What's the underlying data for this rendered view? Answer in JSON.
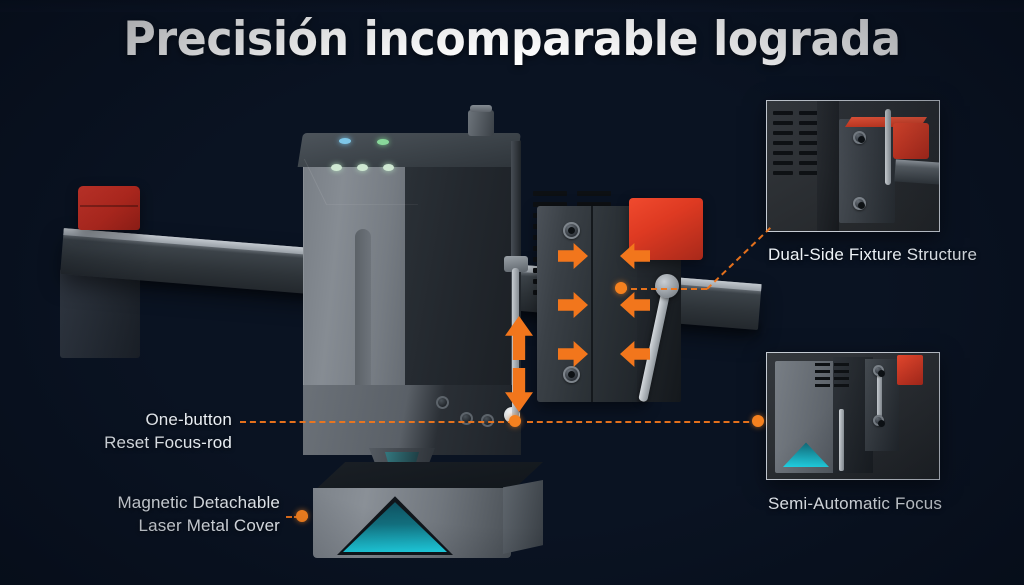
{
  "page": {
    "title": "Precisión incomparable lograda",
    "language": "es"
  },
  "theme": {
    "background_dark": "#0b1526",
    "background_glow": "#2860a8",
    "accent_orange": "#f2761c",
    "connector_orange": "#f5811f",
    "accent_red": "#e03a22",
    "accent_cyan": "#1fd4e6",
    "text_primary": "#eef3f8"
  },
  "callouts": [
    {
      "id": "dual-side-fixture",
      "label": "Dual-Side Fixture Structure",
      "position": "right-top",
      "has_inset_panel": true
    },
    {
      "id": "semi-automatic-focus",
      "label": "Semi-Automatic Focus",
      "position": "right-bottom",
      "has_inset_panel": true
    },
    {
      "id": "one-button-reset",
      "label": "One-button\nReset Focus-rod",
      "position": "left-middle",
      "has_inset_panel": false
    },
    {
      "id": "magnetic-cover",
      "label": "Magnetic Detachable\nLaser Metal Cover",
      "position": "left-bottom",
      "has_inset_panel": false
    }
  ],
  "product": {
    "type": "laser-engraver-head",
    "indicator_led_count": 3,
    "fixture_arrow_pairs": 3,
    "focus_rod_arrow": "vertical-double",
    "emblem_color": "#1fd4e6",
    "cap_color": "#e03a22"
  }
}
